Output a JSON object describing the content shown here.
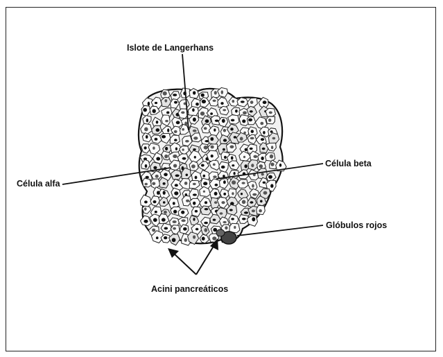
{
  "figure": {
    "labels": {
      "islote": "Islote de Langerhans",
      "celula_alfa": "Célula alfa",
      "celula_beta": "Célula beta",
      "globulos_rojos": "Glóbulos rojos",
      "acini": "Acini pancreáticos"
    }
  }
}
